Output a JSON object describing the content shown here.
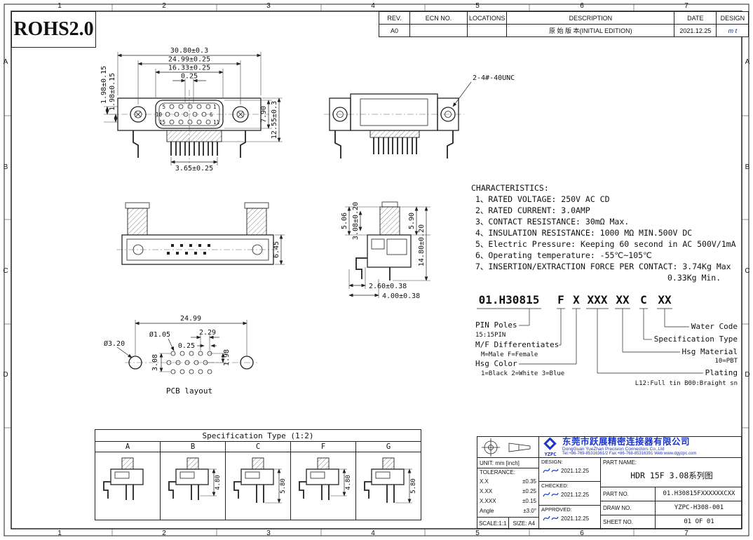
{
  "rohs": "ROHS2.0",
  "zones": {
    "cols": [
      "1",
      "2",
      "3",
      "4",
      "5",
      "6",
      "7"
    ],
    "rows": [
      "A",
      "B",
      "C",
      "D"
    ]
  },
  "revision_table": {
    "headers": {
      "rev": "REV.",
      "ecn": "ECN NO.",
      "locations": "LOCATIONS",
      "description": "DESCRIPTION",
      "date": "DATE",
      "design": "DESIGN"
    },
    "row": {
      "rev": "A0",
      "ecn": "",
      "locations": "",
      "description": "原 始 版 本(INITIAL EDITION)",
      "date": "2021.12.25",
      "design": "m t"
    }
  },
  "dims": {
    "front_w1": "30.80±0.3",
    "front_w2": "24.99±0.25",
    "front_w3": "16.33±0.25",
    "front_w4": "0.25",
    "front_l1": "1.98±0.15",
    "front_l2": "1.98±0.15",
    "front_r1": "7.90",
    "front_r2": "12.55±0.3",
    "front_b1": "3.65±0.25",
    "side_thread": "2-4#-40UNC",
    "rear_h": "6.45",
    "prof_l1": "5.06",
    "prof_l2": "3.08±0.20",
    "prof_r1": "5.90",
    "prof_r2": "14.80±0.20",
    "prof_b1": "2.60±0.38",
    "prof_b2": "4.00±0.38",
    "pcb_w": "24.99",
    "pcb_d1": "2.29",
    "pcb_d2": "0.25",
    "pcb_d3": "1.98",
    "pcb_hole": "Ø1.05",
    "pcb_mount": "Ø3.20",
    "pcb_v": "3.08",
    "pcb_label": "PCB layout",
    "pins": {
      "p5": "5",
      "p1": "1",
      "p10": "10",
      "p6": "6",
      "p15": "15",
      "p11": "11"
    }
  },
  "characteristics": {
    "title": "CHARACTERISTICS:",
    "lines": [
      "1、RATED VOLTAGE: 250V AC CD",
      "2、RATED CURRENT: 3.0AMP",
      "3、CONTACT RESISTANCE: 30mΩ Max.",
      "4、INSULATION RESISTANCE: 1000 MΩ MIN.500V DC",
      "5、Electric Pressure: Keeping 60 second in AC 500V/1mA",
      "6、Operating temperature: -55℃~105℃",
      "7、INSERTION/EXTRACTION FORCE PER CONTACT: 3.74Kg Max",
      "0.33Kg Min."
    ]
  },
  "ordering": {
    "groups": [
      "01.H30815",
      "F",
      "X",
      "XXX",
      "XX",
      "C",
      "XX"
    ],
    "pin_poles": "PIN Poles",
    "pin_poles_sub": "15:15PIN",
    "mf": "M/F Differentiates",
    "mf_sub": "M=Male  F=Female",
    "hsg_color": "Hsg Color",
    "hsg_color_sub": "1=Black 2=White 3=Blue",
    "water_code": "Water Code",
    "spec_type": "Specification Type",
    "hsg_material": "Hsg Material",
    "hsg_material_sub": "10=PBT",
    "plating": "Plating",
    "plating_sub": "L12:Full tin  B00:Braight sn"
  },
  "spec_table": {
    "title": "Specification Type (1:2)",
    "columns": [
      "A",
      "B",
      "C",
      "F",
      "G"
    ],
    "dims": [
      "",
      "4.80",
      "5.80",
      "4.80",
      "5.80"
    ]
  },
  "title_block": {
    "logo_text": "YZPC",
    "company_cn": "东莞市跃展精密连接器有限公司",
    "company_en": "DongGuan YueZhan Precision Connectors Co.,Ltd",
    "contact": "Tel:+86-769-85316361/2  Fax:+86-768-85316391  Web:www.dgyzpc.com",
    "unit": "UNIT: mm [inch]",
    "tolerance_title": "TOLERANCE:",
    "tol": [
      {
        "k": "X.X",
        "v": "±0.35"
      },
      {
        "k": "X.XX",
        "v": "±0.25"
      },
      {
        "k": "X.XXX",
        "v": "±0.15"
      },
      {
        "k": "Angle",
        "v": "±3.0°"
      }
    ],
    "design_label": "DESIGN:",
    "design_date": "2021.12.25",
    "checked_label": "CHECKED:",
    "checked_date": "2021.12.25",
    "approved_label": "APPROVED:",
    "approved_date": "2021.12.25",
    "part_name_label": "PART NAME:",
    "part_name": "HDR 15F 3.08系列图",
    "part_no_label": "PART NO.",
    "part_no": "01.H30815FXXXXXXCXX",
    "draw_no_label": "DRAW NO.",
    "draw_no": "YZPC-H308-001",
    "sheet_no_label": "SHEET NO.",
    "sheet_no": "01 OF 01",
    "scale": "SCALE:1:1",
    "size": "SIZE: A4"
  }
}
